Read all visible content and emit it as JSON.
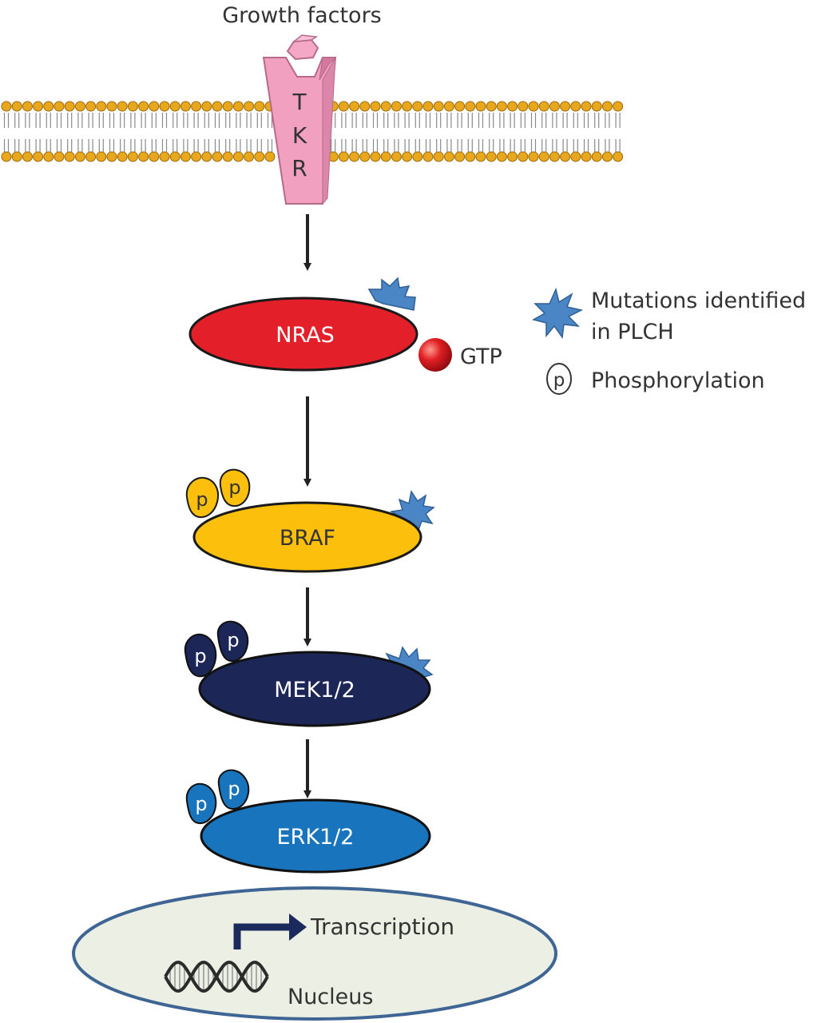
{
  "labels": {
    "growth_factors": "Growth factors",
    "tkr_letters": [
      "T",
      "K",
      "R"
    ],
    "gtp": "GTP",
    "transcription": "Transcription",
    "nucleus": "Nucleus"
  },
  "proteins": [
    {
      "name": "NRAS",
      "color": "#e3202a",
      "text_color": "#ffffff",
      "phospho_count": 0,
      "mutation": true,
      "gtp": true
    },
    {
      "name": "BRAF",
      "color": "#fbbf0c",
      "text_color": "#333333",
      "phospho_count": 2,
      "mutation": true,
      "gtp": false
    },
    {
      "name": "MEK1/2",
      "color": "#1c2657",
      "text_color": "#ffffff",
      "phospho_count": 2,
      "mutation": true,
      "gtp": false
    },
    {
      "name": "ERK1/2",
      "color": "#1874bd",
      "text_color": "#ffffff",
      "phospho_count": 2,
      "mutation": false,
      "gtp": false
    }
  ],
  "phospho_label": "p",
  "legend": {
    "mutation_line1": "Mutations identified",
    "mutation_line2": "in PLCH",
    "phospho_symbol": "p",
    "phospho_label": "Phosphorylation"
  },
  "colors": {
    "membrane_head": "#e9a71e",
    "receptor": "#f2a0c0",
    "mutation_star": "#4a86c6",
    "gtp": "#d9171c",
    "nucleus_fill": "#ecefe3",
    "nucleus_stroke": "#3e6593",
    "arrow": "#222222",
    "transcription_arrow": "#1b2a5c"
  }
}
